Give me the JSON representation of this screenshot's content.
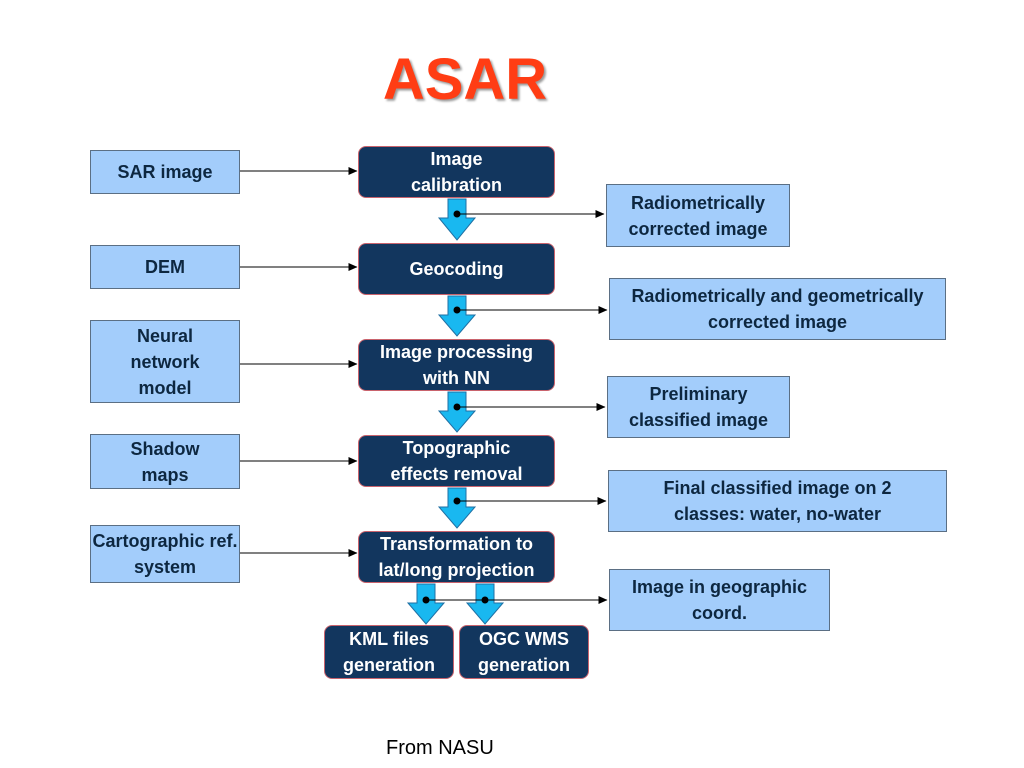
{
  "title": "ASAR",
  "inputs": [
    {
      "label": "SAR image"
    },
    {
      "label": "DEM"
    },
    {
      "label": "Neural network model"
    },
    {
      "label": "Shadow maps"
    },
    {
      "label": "Cartographic ref. system"
    }
  ],
  "processes": [
    {
      "label": "Image calibration"
    },
    {
      "label": "Geocoding"
    },
    {
      "label": "Image processing with NN"
    },
    {
      "label": "Topographic effects removal"
    },
    {
      "label": "Transformation to lat/long projection"
    },
    {
      "label": "KML files generation"
    },
    {
      "label": "OGC WMS generation"
    }
  ],
  "outputs": [
    {
      "label": "Radiometrically corrected image"
    },
    {
      "label": "Radiometrically and geometrically corrected image"
    },
    {
      "label": "Preliminary classified image"
    },
    {
      "label": "Final classified image on 2 classes: water, no-water"
    },
    {
      "label": "Image in geographic coord."
    }
  ],
  "footer": "From NASU",
  "colors": {
    "title": "#ff3d14",
    "input_box": "#a3cdfb",
    "process_box": "#12365e",
    "process_border": "#c9636d",
    "flow_arrow": "#19b8f0"
  }
}
